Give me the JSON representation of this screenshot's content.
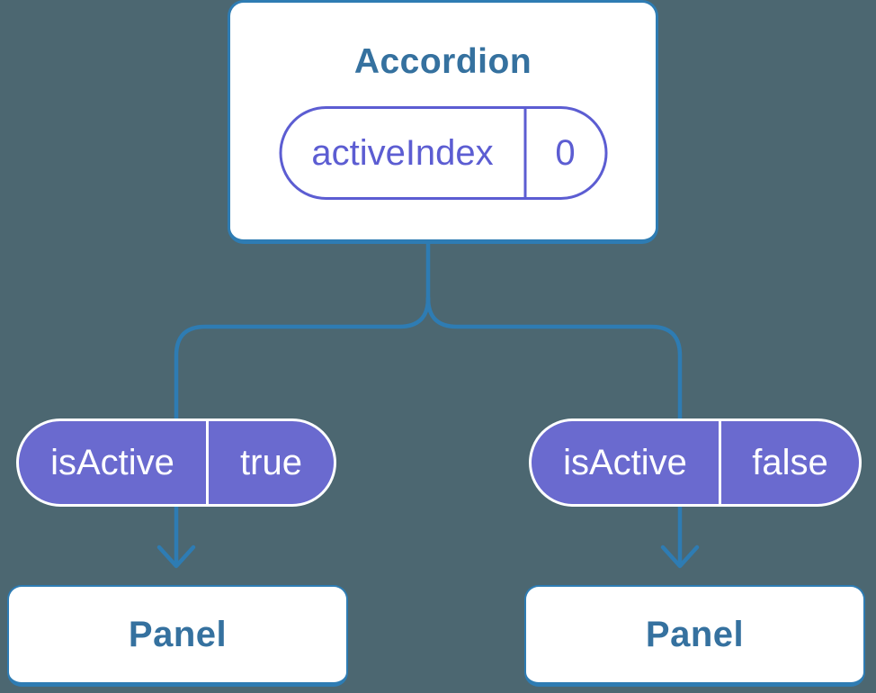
{
  "canvas": {
    "background_color": "#4C6771"
  },
  "colors": {
    "connector_blue": "#2E7CB3",
    "component_label_blue": "#35719F",
    "prop_pill_purple": "#6A6ACF",
    "state_purple": "#5C5DD2",
    "box_white": "#FFFFFF"
  },
  "accordion": {
    "title": "Accordion",
    "state": {
      "name": "activeIndex",
      "value": "0"
    }
  },
  "children": [
    {
      "prop_name": "isActive",
      "prop_value": "true",
      "panel_label": "Panel"
    },
    {
      "prop_name": "isActive",
      "prop_value": "false",
      "panel_label": "Panel"
    }
  ]
}
